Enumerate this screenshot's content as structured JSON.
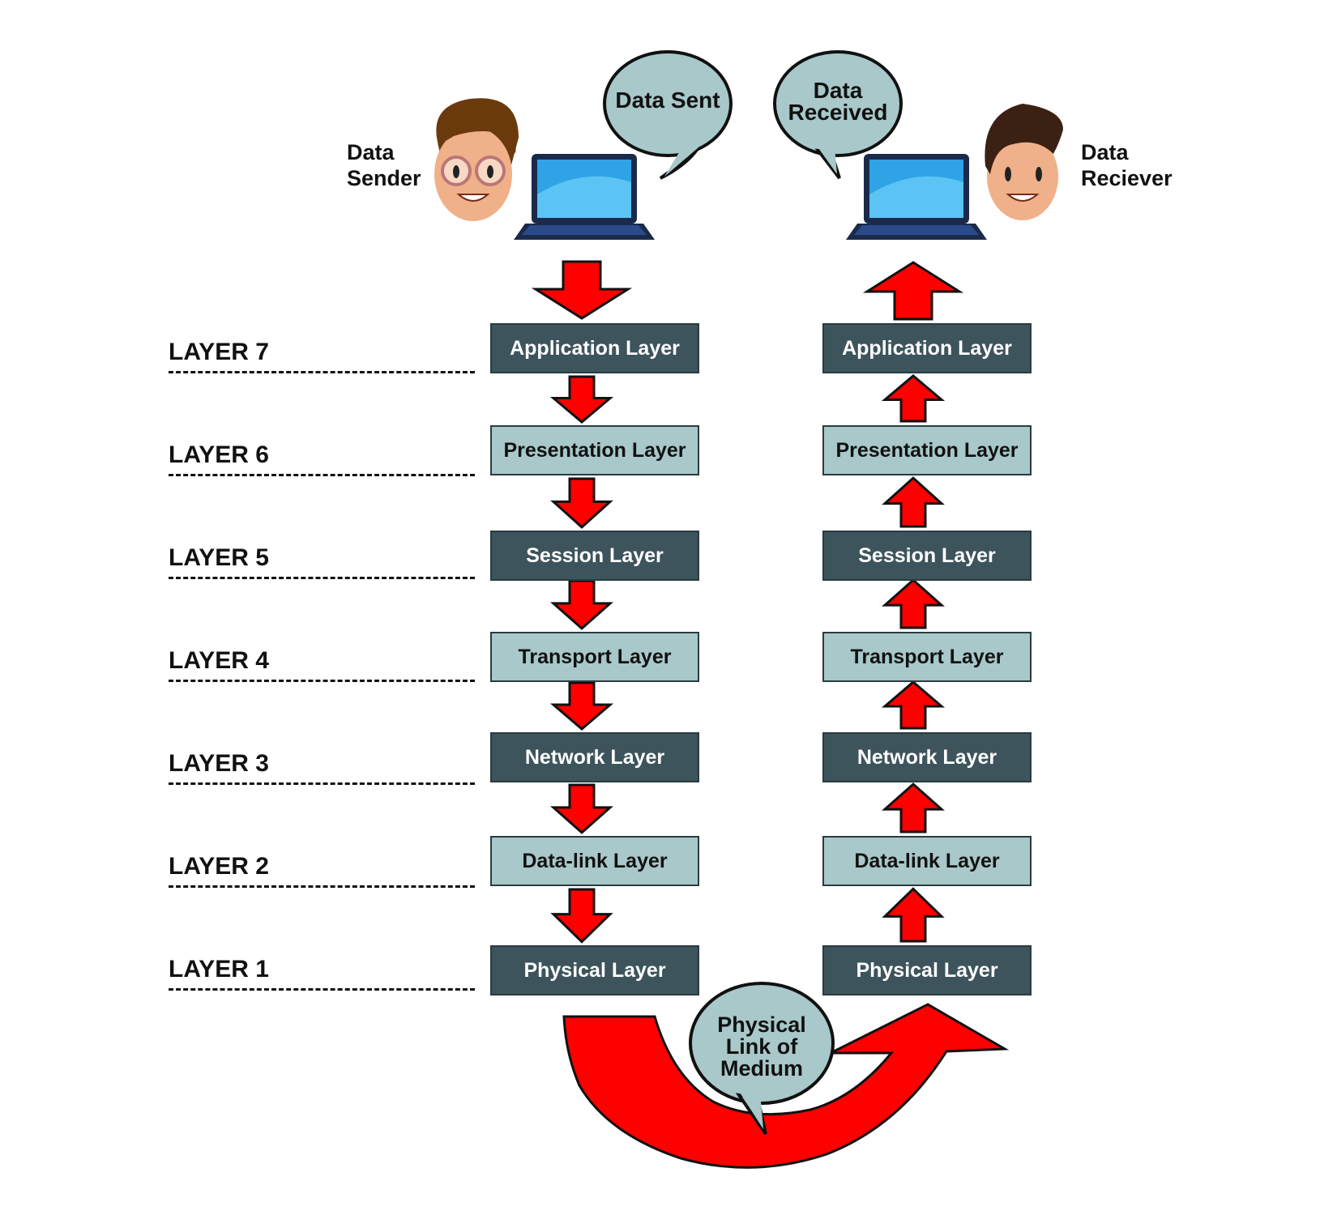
{
  "sender": {
    "caption_line1": "Data",
    "caption_line2": "Sender",
    "bubble": "Data Sent"
  },
  "receiver": {
    "caption_line1": "Data",
    "caption_line2": "Reciever",
    "bubble_line1": "Data",
    "bubble_line2": "Received"
  },
  "medium": {
    "line1": "Physical",
    "line2": "Link of",
    "line3": "Medium"
  },
  "layer_labels": [
    "LAYER 7",
    "LAYER 6",
    "LAYER 5",
    "LAYER 4",
    "LAYER 3",
    "LAYER 2",
    "LAYER 1"
  ],
  "layers": [
    "Application Layer",
    "Presentation Layer",
    "Session Layer",
    "Transport Layer",
    "Network Layer",
    "Data-link Layer",
    "Physical Layer"
  ],
  "colors": {
    "arrow": "#ff0000",
    "dark_box": "#3d545c",
    "light_box": "#a8c8c9",
    "bubble": "#a8c8c9"
  }
}
